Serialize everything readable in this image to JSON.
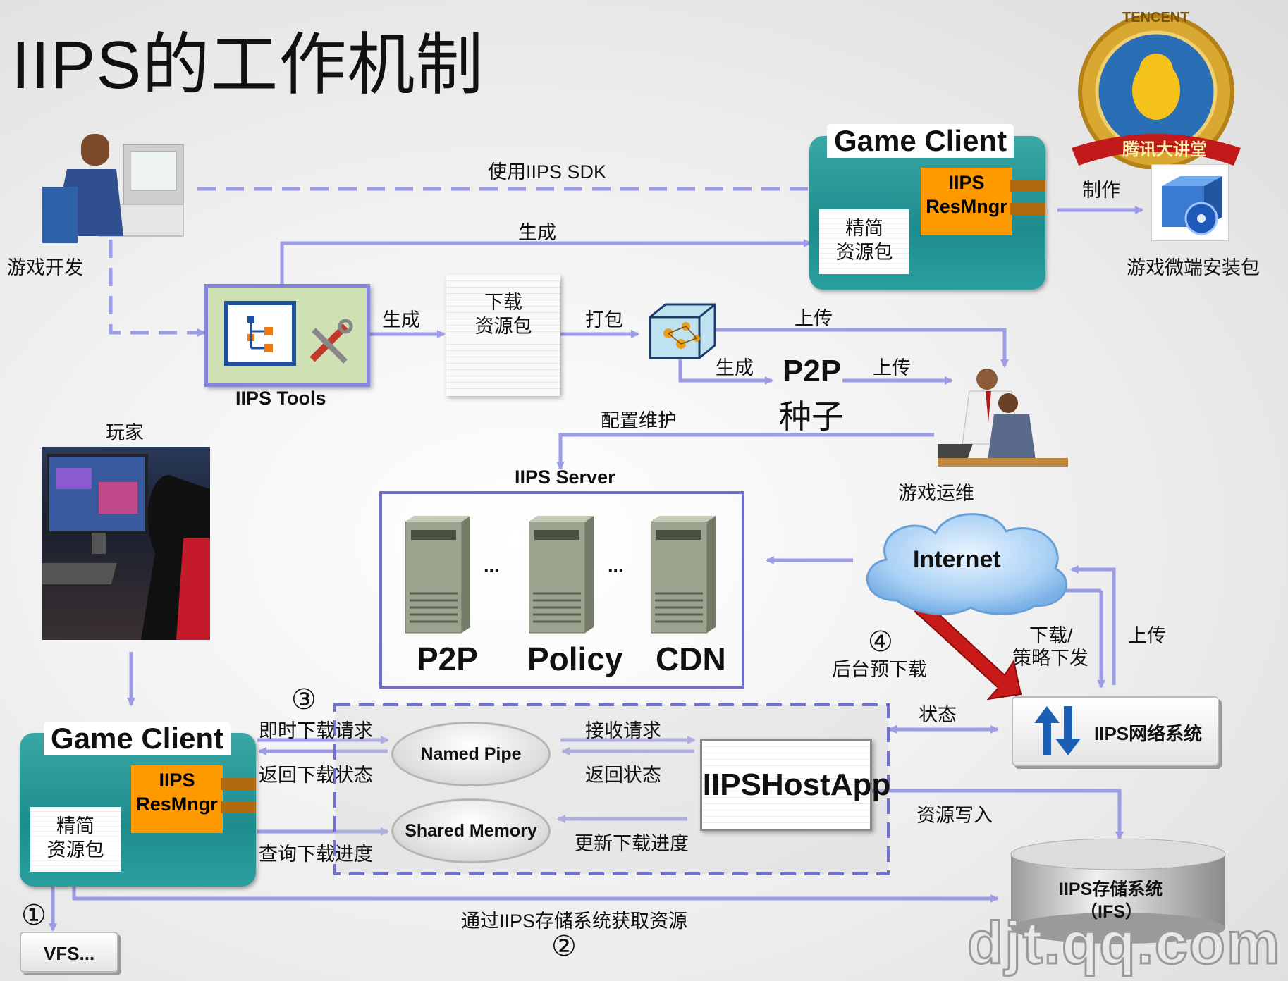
{
  "title": "IIPS的工作机制",
  "labels": {
    "dev": "游戏开发",
    "use_sdk": "使用IIPS SDK",
    "gen1": "生成",
    "gen2": "生成",
    "gen3": "生成",
    "pack": "打包",
    "upload1": "上传",
    "upload2": "上传",
    "upload3": "上传",
    "make": "制作",
    "micro_pkg": "游戏微端安装包",
    "iips_tools": "IIPS Tools",
    "player": "玩家",
    "config": "配置维护",
    "ops": "游戏运维",
    "iips_server": "IIPS Server",
    "p2p_seed_1": "P2P",
    "p2p_seed_2": "种子",
    "bg_download": "后台预下载",
    "download_policy_1": "下载/",
    "download_policy_2": "策略下发",
    "status": "状态",
    "instant_req": "即时下载请求",
    "return_status": "返回下载状态",
    "query_progress": "查询下载进度",
    "recv_req": "接收请求",
    "return_state": "返回状态",
    "update_progress": "更新下载进度",
    "write_res": "资源写入",
    "via_ifs": "通过IIPS存储系统获取资源",
    "num1": "①",
    "num2": "②",
    "num3": "③",
    "num4": "④",
    "watermark": "djt.qq.com",
    "tencent": "TENCENT",
    "medal_ribbon": "腾讯大讲堂"
  },
  "game_client_top": {
    "title": "Game Client",
    "resmngr_1": "IIPS",
    "resmngr_2": "ResMngr",
    "pkg_1": "精简",
    "pkg_2": "资源包"
  },
  "game_client_bottom": {
    "title": "Game Client",
    "resmngr_1": "IIPS",
    "resmngr_2": "ResMngr",
    "pkg_1": "精简",
    "pkg_2": "资源包"
  },
  "download_pkg": {
    "line1": "下载",
    "line2": "资源包"
  },
  "servers": {
    "p2p": "P2P",
    "policy": "Policy",
    "cdn": "CDN",
    "dots1": "...",
    "dots2": "..."
  },
  "internet": "Internet",
  "named_pipe": "Named Pipe",
  "shared_memory": "Shared Memory",
  "host_app": "IIPSHostApp",
  "net_system": "IIPS网络系统",
  "storage": {
    "line1": "IIPS存储系统",
    "line2": "（IFS）"
  },
  "vfs": "VFS..."
}
